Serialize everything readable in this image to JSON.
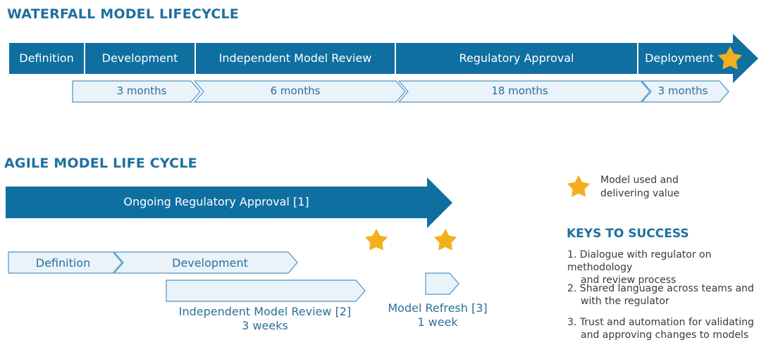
{
  "waterfall": {
    "title": "WATERFALL MODEL LIFECYCLE",
    "phases": [
      "Definition",
      "Development",
      "Independent Model Review",
      "Regulatory Approval",
      "Deployment"
    ],
    "durations": [
      "3 months",
      "6 months",
      "18 months",
      "3 months"
    ]
  },
  "agile": {
    "title": "AGILE MODEL LIFE CYCLE",
    "ongoing_label": "Ongoing Regulatory Approval [1]",
    "definition_label": "Definition",
    "development_label": "Development",
    "review_label": "Independent Model Review [2]",
    "review_duration": "3 weeks",
    "refresh_label": "Model Refresh [3]",
    "refresh_duration": "1 week"
  },
  "legend": {
    "line1": "Model used and",
    "line2": "delivering value"
  },
  "keys": {
    "title": "KEYS TO SUCCESS",
    "items": [
      {
        "line1": "1. Dialogue with regulator on methodology",
        "line2": "and review process"
      },
      {
        "line1": "2. Shared language across teams and",
        "line2": "with the regulator"
      },
      {
        "line1": "3. Trust and automation for validating",
        "line2": "and approving changes to models"
      }
    ]
  },
  "colors": {
    "primary": "#0f6fa0",
    "light_fill": "#eaf3fa",
    "outline": "#4f93c2",
    "star": "#f2b01f"
  },
  "icons": [
    "star-icon"
  ]
}
